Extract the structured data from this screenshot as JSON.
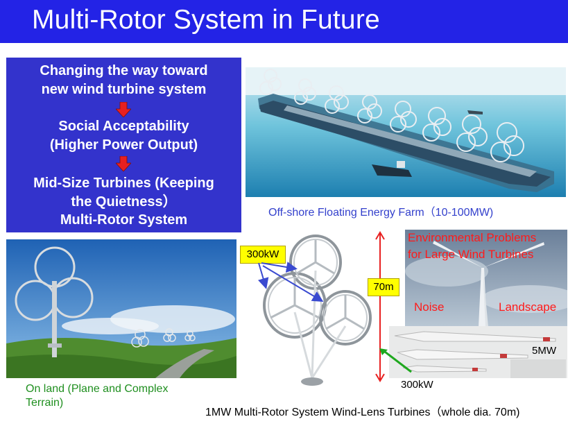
{
  "slide": {
    "title": "Multi-Rotor System in Future",
    "colors": {
      "title_bar": "#2323e6",
      "box": "#3333cc",
      "arrow": "#e82020",
      "caption_blue": "#3340cc",
      "caption_green": "#1f8f1f",
      "label_yellow": "#ffff00",
      "env_text": "#ff1a1a"
    }
  },
  "box": {
    "line1": "Changing the way toward",
    "line2": "new wind turbine system",
    "line3": "Social Acceptability",
    "line4": "(Higher Power Output)",
    "line5": "Mid-Size Turbines (Keeping",
    "line6": "the Quietness）",
    "line7": "Multi-Rotor System"
  },
  "offshore": {
    "caption": "Off-shore Floating Energy Farm（10-100MW)"
  },
  "onland": {
    "caption_line1": "On land (Plane and Complex",
    "caption_line2": "Terrain)"
  },
  "multirotor": {
    "label_300kw": "300kW",
    "label_70m": "70m",
    "caption": "1MW Multi-Rotor System Wind-Lens Turbines（whole dia. 70m)"
  },
  "env": {
    "title_line1": "Environmental Problems",
    "title_line2": "for Large Wind Turbines",
    "noise": "Noise",
    "landscape": "Landscape"
  },
  "blades": {
    "label_5mw": "5MW",
    "label_300kw": "300kW"
  }
}
